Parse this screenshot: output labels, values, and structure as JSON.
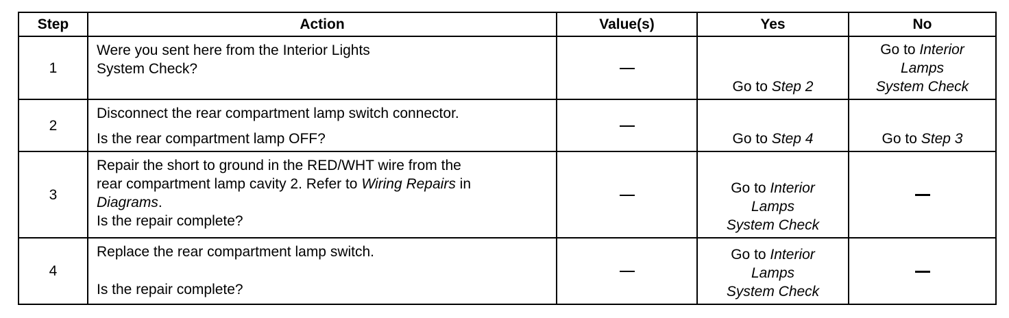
{
  "headers": {
    "step": "Step",
    "action": "Action",
    "values": "Value(s)",
    "yes": "Yes",
    "no": "No"
  },
  "rows": [
    {
      "step": "1",
      "action_line1": "Were you sent here from the Interior Lights",
      "action_line2": "System Check?",
      "value": "—",
      "yes_prefix": "Go to ",
      "yes_link": "Step 2",
      "no_prefix": "Go to ",
      "no_link_line1": "Interior",
      "no_link_line2": "Lamps",
      "no_link_line3": "System Check"
    },
    {
      "step": "2",
      "action_line1": "Disconnect the rear compartment lamp switch connector.",
      "action_line2": "Is the rear compartment lamp OFF?",
      "value": "—",
      "yes_prefix": "Go to ",
      "yes_link": "Step 4",
      "no_prefix": "Go to ",
      "no_link": "Step 3"
    },
    {
      "step": "3",
      "action_line1": "Repair the short to ground in the RED/WHT wire from the",
      "action_line2a": "rear compartment lamp cavity 2. Refer to ",
      "action_link1": "Wiring Repairs",
      "action_line2b": " in",
      "action_link2": "Diagrams",
      "action_line3b": ".",
      "action_question": "Is the repair complete?",
      "value": "—",
      "yes_prefix": "Go to ",
      "yes_link_line1": "Interior",
      "yes_link_line2": "Lamps",
      "yes_link_line3": "System Check",
      "no": "—"
    },
    {
      "step": "4",
      "action_line1": "Replace the rear compartment lamp switch.",
      "action_question": "Is the repair complete?",
      "value": "—",
      "yes_prefix": "Go to ",
      "yes_link_line1": "Interior",
      "yes_link_line2": "Lamps",
      "yes_link_line3": "System Check",
      "no": "—"
    }
  ]
}
